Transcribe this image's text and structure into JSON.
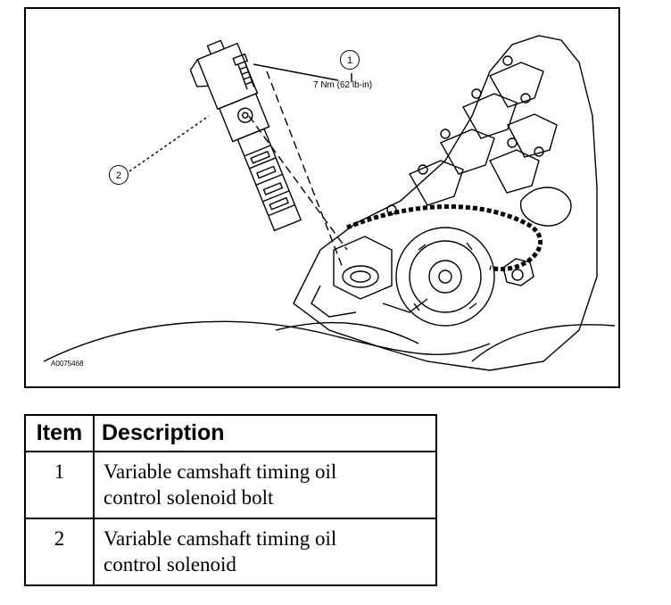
{
  "figure": {
    "callouts": [
      {
        "number": "1"
      },
      {
        "number": "2"
      }
    ],
    "torque_spec": "7 Nm (62 lb-in)",
    "figure_id": "A0075468"
  },
  "legend": {
    "headers": {
      "item": "Item",
      "description": "Description"
    },
    "rows": [
      {
        "item": "1",
        "line1": "Variable camshaft timing oil",
        "line2": "control solenoid bolt"
      },
      {
        "item": "2",
        "line1": "Variable camshaft timing oil",
        "line2": "control solenoid"
      }
    ]
  }
}
